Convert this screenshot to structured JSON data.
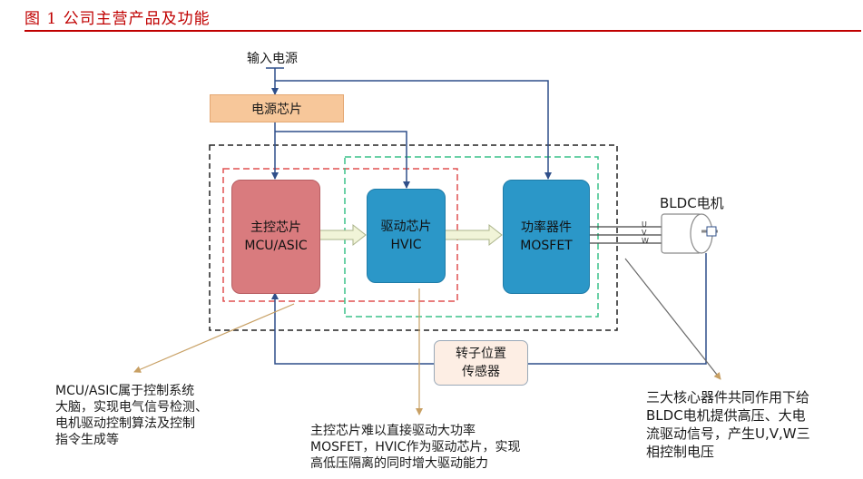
{
  "figure": {
    "title": "图 1  公司主营产品及功能"
  },
  "nodes": {
    "input_power": "输入电源",
    "power_chip": "电源芯片",
    "mcu": {
      "line1": "主控芯片",
      "line2": "MCU/ASIC"
    },
    "hvic": {
      "line1": "驱动芯片",
      "line2": "HVIC"
    },
    "mosfet": {
      "line1": "功率器件",
      "line2": "MOSFET"
    },
    "rotor": {
      "line1": "转子位置",
      "line2": "传感器"
    },
    "motor": "BLDC电机",
    "phases": [
      "U",
      "V",
      "W"
    ]
  },
  "notes": {
    "mcu": [
      "MCU/ASIC属于控制系统",
      "大脑，实现电气信号检测、",
      "电机驱动控制算法及控制",
      "指令生成等"
    ],
    "hvic": [
      "主控芯片难以直接驱动大功率",
      "MOSFET，HVIC作为驱动芯片，实现",
      "高低压隔离的同时增大驱动能力"
    ],
    "core": [
      "三大核心器件共同作用下给",
      "BLDC电机提供高压、大电",
      "流驱动信号，产生U,V,W三",
      "相控制电压"
    ]
  },
  "colors": {
    "title_red": "#c00000",
    "mcu_fill": "#d97b7e",
    "blue_fill": "#2b97c8",
    "power_fill": "#f7c79a",
    "rotor_fill": "#fdeee4",
    "arrow_blue": "#2f4f8a",
    "annotation": "#c8a064",
    "red_dash": "#e05050",
    "green_dash": "#3cc28a",
    "black_dash": "#222222"
  }
}
